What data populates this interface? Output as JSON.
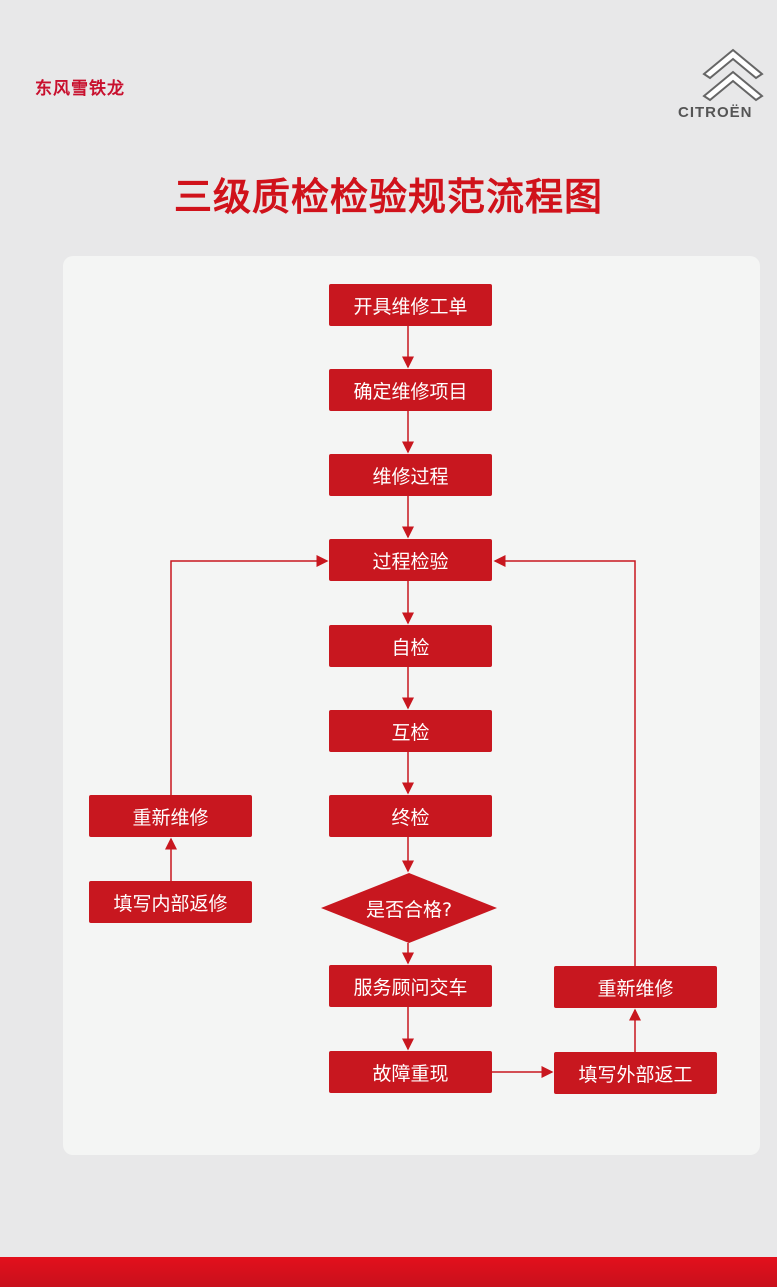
{
  "header": {
    "brand_cn": "东风雪铁龙",
    "brand_en": "CITROËN",
    "title": "三级质检检验规范流程图"
  },
  "flow": {
    "main": [
      "开具维修工单",
      "确定维修项目",
      "维修过程",
      "过程检验",
      "自检",
      "互检",
      "终检"
    ],
    "decision": "是否合格?",
    "after": [
      "服务顾问交车",
      "故障重现"
    ],
    "left": [
      "重新维修",
      "填写内部返修"
    ],
    "right": [
      "重新维修",
      "填写外部返工"
    ]
  },
  "colors": {
    "accent": "#c8171f",
    "background": "#e8e8e9",
    "panel": "#f4f5f4"
  }
}
